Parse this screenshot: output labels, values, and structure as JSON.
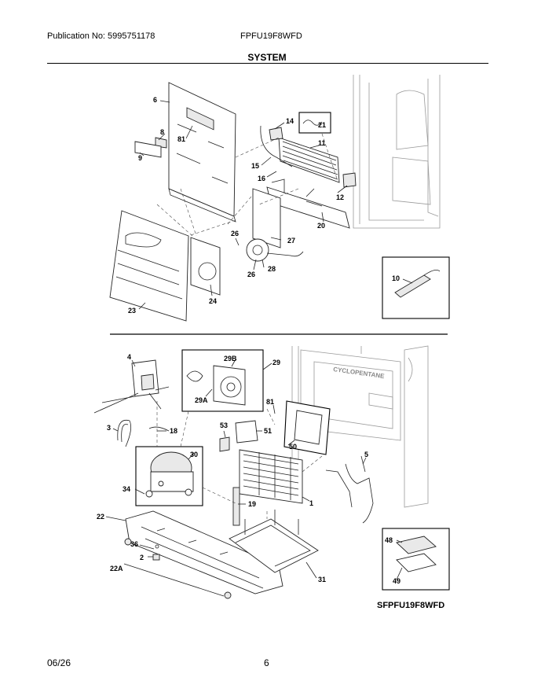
{
  "header": {
    "publication": "Publication No: 5995751178",
    "model": "FPFU19F8WFD"
  },
  "title": "SYSTEM",
  "footer": {
    "date": "06/26",
    "page": "6"
  },
  "diagram_model": "SFPFU19F8WFD",
  "callouts": {
    "c6": "6",
    "c8": "8",
    "c81a": "81",
    "c9": "9",
    "c14": "14",
    "c21": "21",
    "c11": "11",
    "c15": "15",
    "c16": "16",
    "c12": "12",
    "c20": "20",
    "c26a": "26",
    "c27": "27",
    "c26b": "26",
    "c28": "28",
    "c24": "24",
    "c23": "23",
    "c10": "10",
    "c4": "4",
    "c29b": "29B",
    "c29": "29",
    "c29a": "29A",
    "c81b": "81",
    "c3": "3",
    "c18": "18",
    "c53": "53",
    "c51": "51",
    "c50": "50",
    "c30": "30",
    "c5": "5",
    "c34": "34",
    "c19": "19",
    "c1": "1",
    "c22": "22",
    "c36": "36",
    "c2": "2",
    "c22a": "22A",
    "c48": "48",
    "c49": "49",
    "c31": "31"
  },
  "cabinet_label": "CYCLOPENTANE"
}
